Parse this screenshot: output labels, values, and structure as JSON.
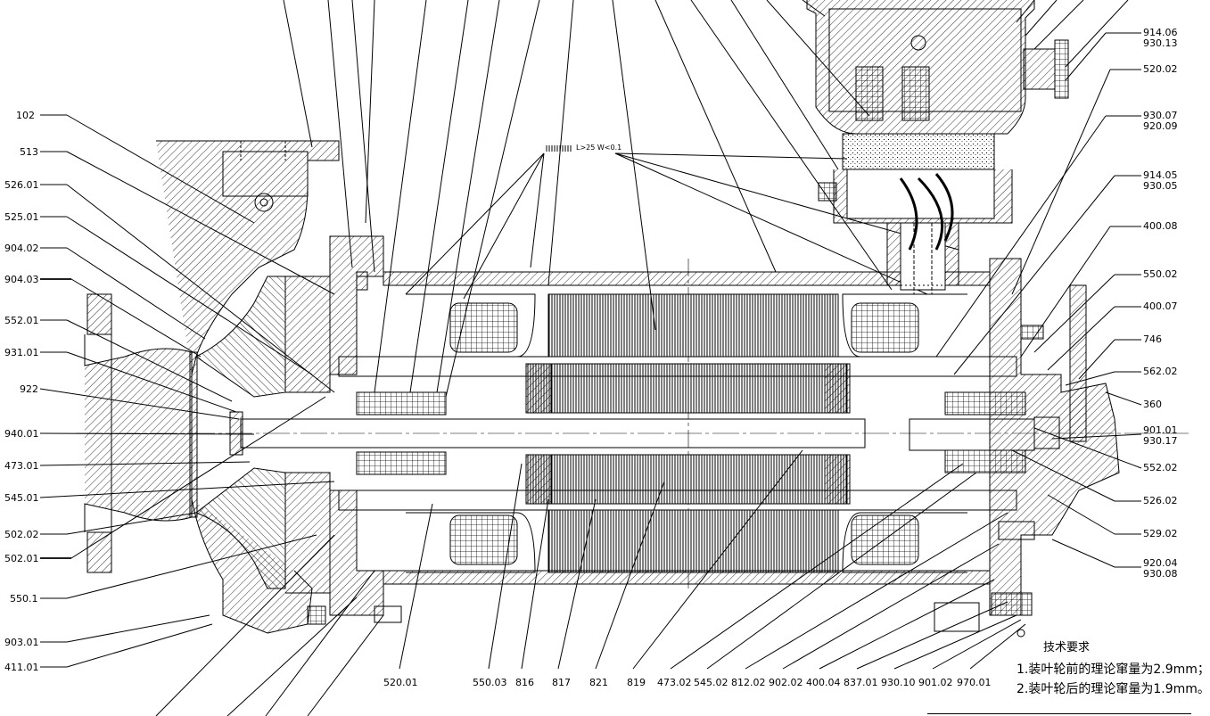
{
  "left_labels": [
    "102",
    "513",
    "526.01",
    "525.01",
    "904.02",
    "904.03",
    "552.01",
    "931.01",
    "922",
    "940.01",
    "473.01",
    "545.01",
    "502.02",
    "502.01",
    "550.1",
    "903.01",
    "411.01"
  ],
  "right_labels": [
    {
      "id": "r-914-06",
      "lines": [
        "914.06",
        "930.13"
      ]
    },
    {
      "id": "r-520-02",
      "lines": [
        "520.02"
      ]
    },
    {
      "id": "r-930-07",
      "lines": [
        "930.07",
        "920.09"
      ]
    },
    {
      "id": "r-914-05",
      "lines": [
        "914.05",
        "930.05"
      ]
    },
    {
      "id": "r-400-08",
      "lines": [
        "400.08"
      ]
    },
    {
      "id": "r-550-02",
      "lines": [
        "550.02"
      ]
    },
    {
      "id": "r-400-07",
      "lines": [
        "400.07"
      ]
    },
    {
      "id": "r-746",
      "lines": [
        "746"
      ]
    },
    {
      "id": "r-562-02",
      "lines": [
        "562.02"
      ]
    },
    {
      "id": "r-360",
      "lines": [
        "360"
      ]
    },
    {
      "id": "r-901-01",
      "lines": [
        "901.01",
        "930.17"
      ]
    },
    {
      "id": "r-552-02",
      "lines": [
        "552.02"
      ]
    },
    {
      "id": "r-526-02",
      "lines": [
        "526.02"
      ]
    },
    {
      "id": "r-529-02",
      "lines": [
        "529.02"
      ]
    },
    {
      "id": "r-920-04",
      "lines": [
        "920.04",
        "930.08"
      ]
    }
  ],
  "bottom_labels": [
    "520.01",
    "550.03",
    "816",
    "817",
    "821",
    "819",
    "473.02",
    "545.02",
    "812.02",
    "902.02",
    "400.04",
    "837.01",
    "930.10",
    "901.02",
    "970.01"
  ],
  "weld_note": "L>25 W<0.1",
  "tech_requirements": {
    "title": "技术要求",
    "line1": "1.装叶轮前的理论窜量为2.9mm；",
    "line2": "2.装叶轮后的理论窜量为1.9mm。"
  }
}
